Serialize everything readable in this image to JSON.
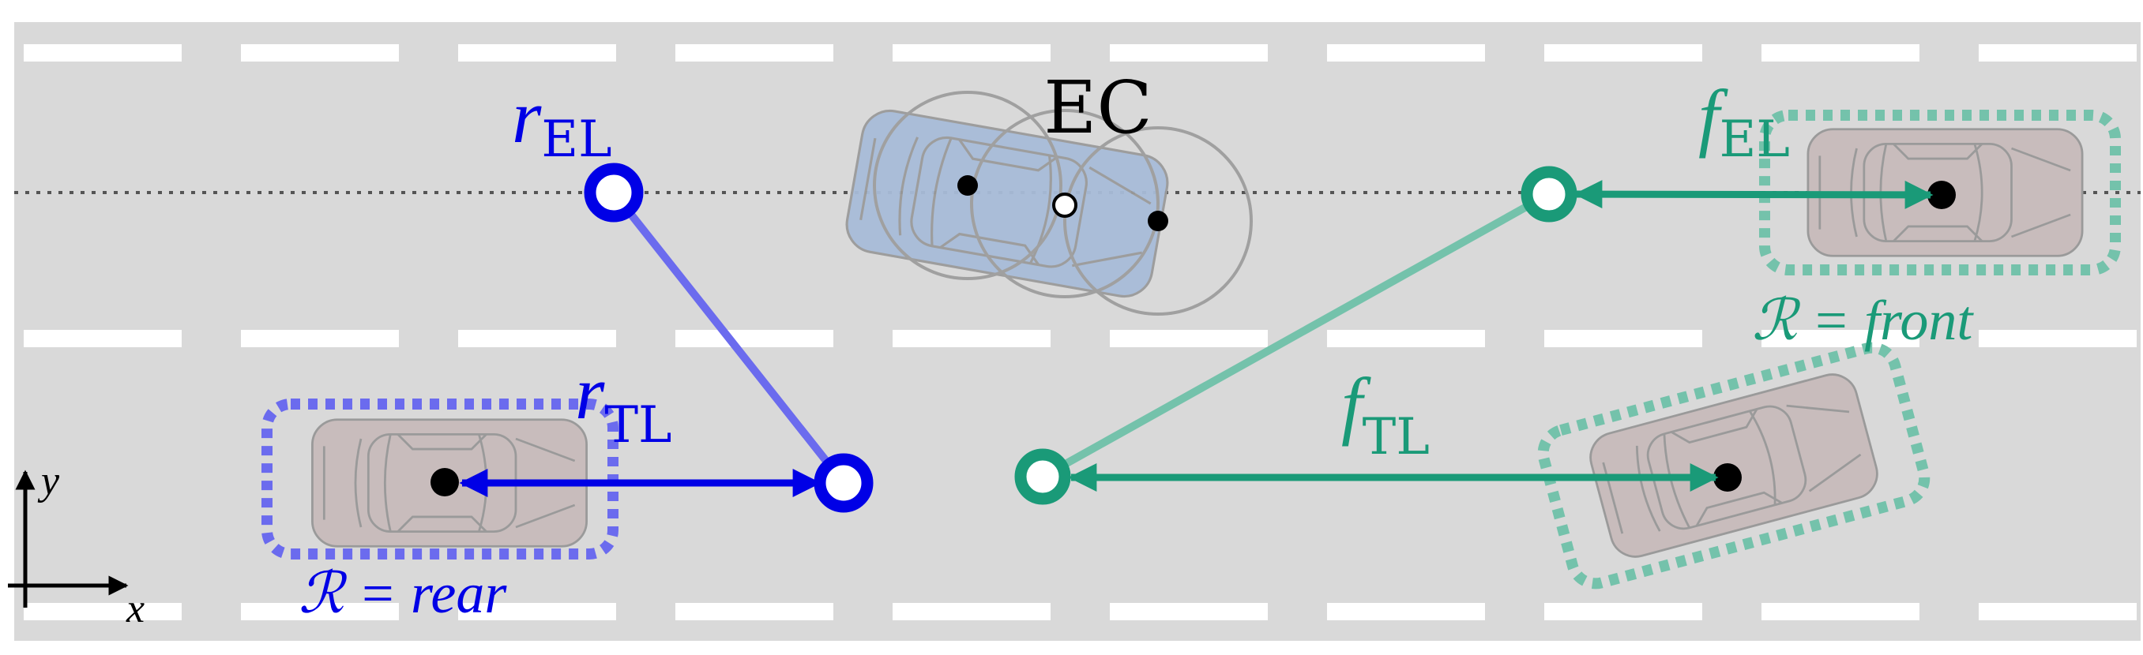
{
  "labels": {
    "ego_car": "EC",
    "rear_ego_lane": {
      "base": "r",
      "sub": "EL"
    },
    "rear_target_lane": {
      "base": "r",
      "sub": "TL"
    },
    "front_ego_lane": {
      "base": "f",
      "sub": "EL"
    },
    "front_target_lane": {
      "base": "f",
      "sub": "TL"
    },
    "rear_region": "ℛ = rear",
    "front_region": "ℛ = front",
    "axis_x": "x",
    "axis_y": "y"
  },
  "colors": {
    "road": "#d9d9d9",
    "lane_marking": "#ffffff",
    "rear": "#0000e6",
    "rear_light": "#6b6bee",
    "front": "#1a9a78",
    "front_light": "#74c2ab",
    "ego_car": "#a8bcd8",
    "other_car": "#c8bcbc",
    "ego_circle": "#a0a0a0",
    "dot": "#000000"
  },
  "icons": {
    "ego": "car-top-view-icon",
    "other": "car-top-view-icon"
  }
}
